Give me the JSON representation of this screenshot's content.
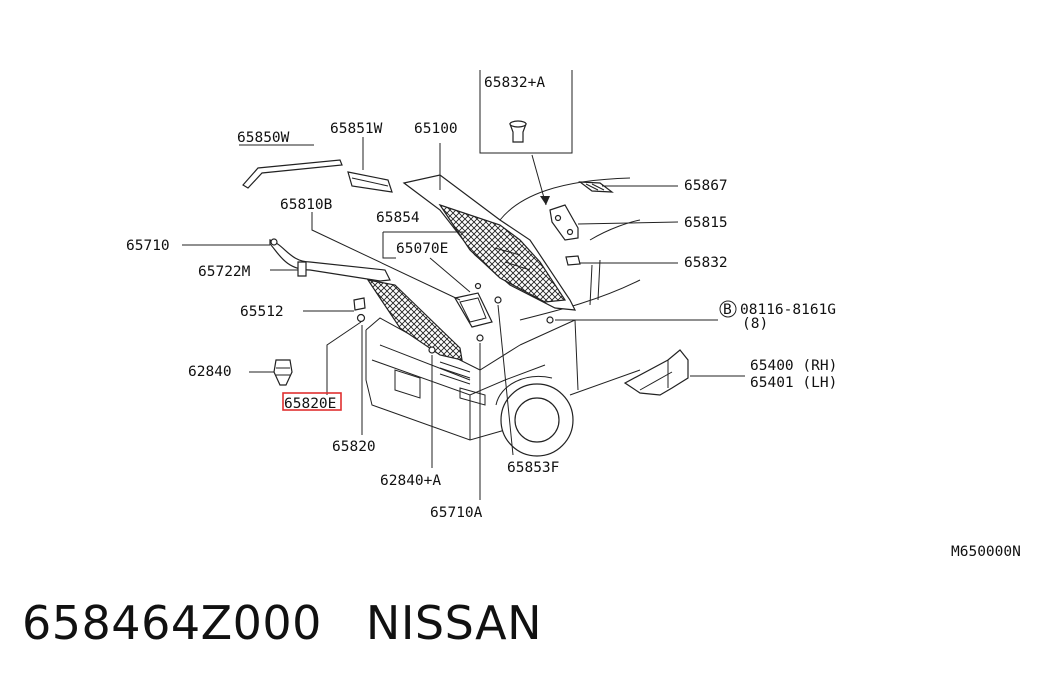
{
  "diagram": {
    "labels": {
      "p65832a": "65832+A",
      "p65850w": "65850W",
      "p65851w": "65851W",
      "p65100": "65100",
      "p65867": "65867",
      "p65815": "65815",
      "p65810b": "65810B",
      "p65854": "65854",
      "p65070e": "65070E",
      "p65710": "65710",
      "p65722m": "65722M",
      "p65832": "65832",
      "p65512": "65512",
      "p08116_a": "08116-8161G",
      "p08116_b": "(8)",
      "bolt_marker": "B",
      "p62840": "62840",
      "p65820e": "65820E",
      "p65400": "65400 (RH)",
      "p65401": "65401 (LH)",
      "p65820": "65820",
      "p62840a": "62840+A",
      "p65853f": "65853F",
      "p65710a": "65710A",
      "diagram_code": "M650000N"
    },
    "highlight_color": "#e03030"
  },
  "caption": {
    "part_number": "658464Z000",
    "brand": "NISSAN"
  }
}
